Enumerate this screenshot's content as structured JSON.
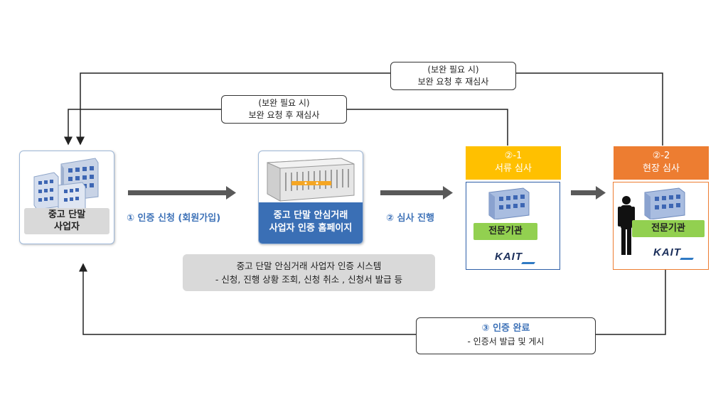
{
  "business": {
    "label_line1": "중고 단말",
    "label_line2": "사업자"
  },
  "step1": {
    "label": "① 인증 신청 (회원가입)"
  },
  "homepage": {
    "line1": "중고 단말 안심거래",
    "line2": "사업자 인증 홈페이지"
  },
  "system_note": {
    "line1": "중고 단말 안심거래 사업자 인증 시스템",
    "line2": "- 신청, 진행 상황 조회, 신청 취소 , 신청서 발급 등"
  },
  "step2": {
    "label": "② 심사 진행"
  },
  "doc_review": {
    "number": "②-1",
    "title": "서류 심사",
    "org": "전문기관",
    "logo": "KAIT",
    "header_color": "#ffc000"
  },
  "site_review": {
    "number": "②-2",
    "title": "현장 심사",
    "org": "전문기관",
    "logo": "KAIT",
    "header_color": "#ed7d31"
  },
  "recheck_outer": {
    "line1": "(보완 필요 시)",
    "line2": "보완 요청 후 재심사"
  },
  "recheck_inner": {
    "line1": "(보완 필요 시)",
    "line2": "보완 요청 후 재심사"
  },
  "step3": {
    "label": "③ 인증 완료",
    "detail": "- 인증서 발급 및 게시"
  },
  "colors": {
    "accent_blue": "#3f73b8",
    "org_green": "#92d050",
    "doc_border": "#2e5fa8",
    "site_border": "#ed7d31"
  }
}
